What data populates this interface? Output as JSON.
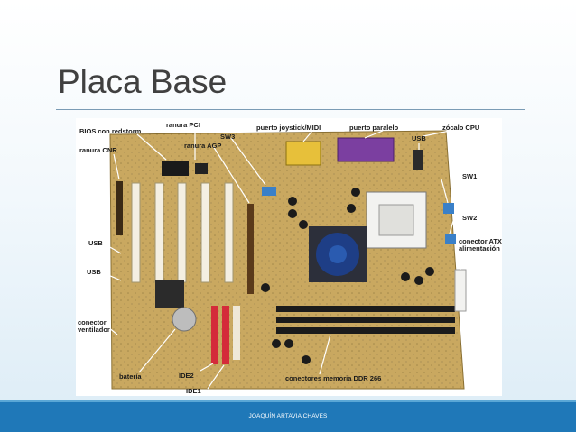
{
  "slide": {
    "title": "Placa Base",
    "footer": "JOAQUÍN ARTAVIA CHAVES"
  },
  "photo": {
    "labels": {
      "bios": "BIOS con redstorm",
      "pci": "ranura PCI",
      "cnr": "ranura CNR",
      "sw3": "SW3",
      "agp": "ranura AGP",
      "joystick": "puerto joystick/MIDI",
      "paralelo": "puerto paralelo",
      "usb_top": "USB",
      "zocalo": "zócalo CPU",
      "sw1": "SW1",
      "sw2": "SW2",
      "atx_1": "conector ATX",
      "atx_2": "alimentación",
      "usb_left_1": "USB",
      "usb_left_2": "USB",
      "fan_1": "conector",
      "fan_2": "ventilador",
      "bateria": "batería",
      "ide2": "IDE2",
      "ide1": "IDE1",
      "ddr": "conectores memoria DDR 266"
    },
    "colors": {
      "board": "#c9a860",
      "pci_slot": "#f4efe2",
      "ide": "#d42b3a",
      "parallel": "#7b3fa0",
      "dimm": "#1b1b1b"
    }
  }
}
